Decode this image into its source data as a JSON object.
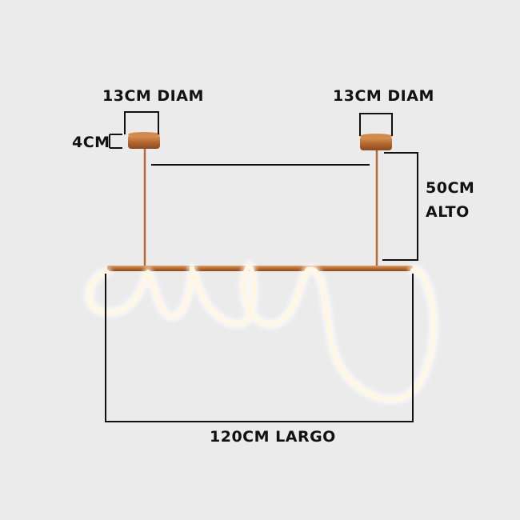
{
  "colors": {
    "background": "#ebebeb",
    "dimension_line": "#111111",
    "copper": "#b86a32",
    "copper_highlight": "#e0a060",
    "led_glow": "#fff6e4"
  },
  "labels": {
    "canopy_left_diameter": "13CM DIAM",
    "canopy_right_diameter": "13CM DIAM",
    "canopy_depth": "4CM",
    "drop_height": "50CM",
    "drop_height_word": "ALTO",
    "total_width": "120CM LARGO"
  }
}
